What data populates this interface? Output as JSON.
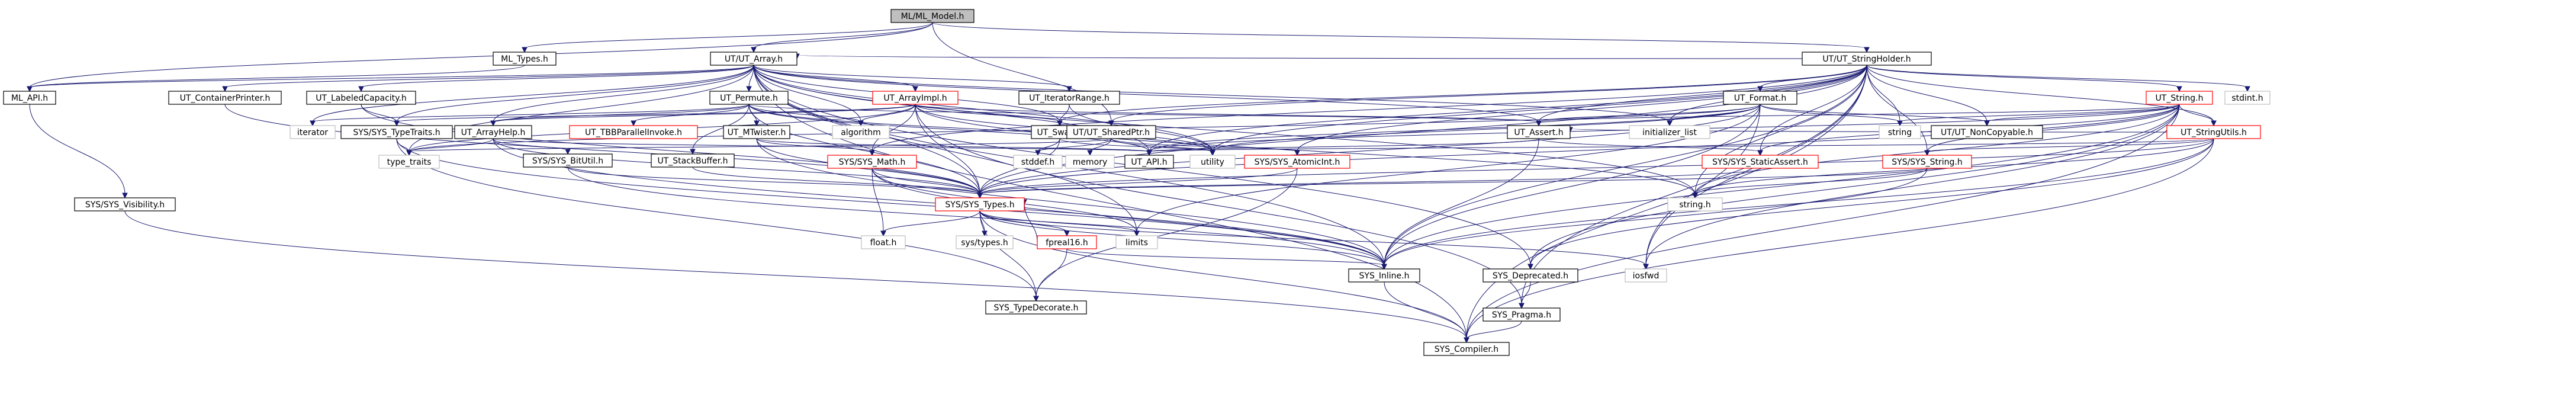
{
  "diagram": {
    "root": "ML/ML_Model.h",
    "nodes": [
      {
        "id": "root",
        "label": "ML/ML_Model.h",
        "style": "root"
      },
      {
        "id": "ml_types",
        "label": "ML_Types.h"
      },
      {
        "id": "ut_array",
        "label": "UT/UT_Array.h"
      },
      {
        "id": "ut_stringholder",
        "label": "UT/UT_StringHolder.h"
      },
      {
        "id": "ml_api",
        "label": "ML_API.h"
      },
      {
        "id": "ut_containerprinter",
        "label": "UT_ContainerPrinter.h"
      },
      {
        "id": "ut_labeledcapacity",
        "label": "UT_LabeledCapacity.h"
      },
      {
        "id": "ut_permute",
        "label": "UT_Permute.h"
      },
      {
        "id": "ut_arrayimpl",
        "label": "UT_ArrayImpl.h",
        "style": "red"
      },
      {
        "id": "ut_iteratorrange",
        "label": "UT_IteratorRange.h"
      },
      {
        "id": "ut_format",
        "label": "UT_Format.h"
      },
      {
        "id": "ut_string",
        "label": "UT_String.h",
        "style": "red"
      },
      {
        "id": "stdint",
        "label": "stdint.h",
        "style": "plain"
      },
      {
        "id": "iterator",
        "label": "iterator",
        "style": "plain"
      },
      {
        "id": "sys_typetraits",
        "label": "SYS/SYS_TypeTraits.h"
      },
      {
        "id": "ut_arrayhelp",
        "label": "UT_ArrayHelp.h"
      },
      {
        "id": "ut_tbbparallelinvoke",
        "label": "UT_TBBParallelInvoke.h",
        "style": "red"
      },
      {
        "id": "ut_mtwister",
        "label": "UT_MTwister.h"
      },
      {
        "id": "algorithm",
        "label": "algorithm",
        "style": "plain"
      },
      {
        "id": "ut_swap",
        "label": "UT_Swap.h"
      },
      {
        "id": "ut_sharedptr",
        "label": "UT/UT_SharedPtr.h"
      },
      {
        "id": "ut_assert",
        "label": "UT_Assert.h"
      },
      {
        "id": "initializer_list",
        "label": "initializer_list",
        "style": "plain"
      },
      {
        "id": "string",
        "label": "string",
        "style": "plain"
      },
      {
        "id": "ut_noncopyable",
        "label": "UT/UT_NonCopyable.h"
      },
      {
        "id": "ut_stringutils",
        "label": "UT_StringUtils.h",
        "style": "red"
      },
      {
        "id": "type_traits",
        "label": "type_traits",
        "style": "plain"
      },
      {
        "id": "sys_bitutil",
        "label": "SYS/SYS_BitUtil.h"
      },
      {
        "id": "ut_stackbuffer",
        "label": "UT_StackBuffer.h"
      },
      {
        "id": "sys_math",
        "label": "SYS/SYS_Math.h",
        "style": "red"
      },
      {
        "id": "stddef",
        "label": "stddef.h",
        "style": "plain"
      },
      {
        "id": "memory",
        "label": "memory",
        "style": "plain"
      },
      {
        "id": "ut_api",
        "label": "UT_API.h"
      },
      {
        "id": "utility",
        "label": "utility",
        "style": "plain"
      },
      {
        "id": "sys_atomicint",
        "label": "SYS/SYS_AtomicInt.h",
        "style": "red"
      },
      {
        "id": "sys_staticassert",
        "label": "SYS/SYS_StaticAssert.h",
        "style": "red"
      },
      {
        "id": "sys_string",
        "label": "SYS/SYS_String.h",
        "style": "red"
      },
      {
        "id": "sys_visibility",
        "label": "SYS/SYS_Visibility.h"
      },
      {
        "id": "sys_types",
        "label": "SYS/SYS_Types.h",
        "style": "red"
      },
      {
        "id": "string_h",
        "label": "string.h",
        "style": "plain"
      },
      {
        "id": "float_h",
        "label": "float.h",
        "style": "plain"
      },
      {
        "id": "sys_types_h",
        "label": "sys/types.h",
        "style": "plain"
      },
      {
        "id": "fpreal16",
        "label": "fpreal16.h",
        "style": "red"
      },
      {
        "id": "limits",
        "label": "limits",
        "style": "plain"
      },
      {
        "id": "sys_inline",
        "label": "SYS_Inline.h"
      },
      {
        "id": "iosfwd",
        "label": "iosfwd",
        "style": "plain"
      },
      {
        "id": "sys_typedecorate",
        "label": "SYS_TypeDecorate.h"
      },
      {
        "id": "sys_deprecated",
        "label": "SYS_Deprecated.h"
      },
      {
        "id": "sys_pragma",
        "label": "SYS_Pragma.h"
      },
      {
        "id": "sys_compiler",
        "label": "SYS_Compiler.h"
      }
    ],
    "edges": [
      [
        "root",
        "ml_types"
      ],
      [
        "root",
        "ut_array"
      ],
      [
        "root",
        "ut_stringholder"
      ],
      [
        "root",
        "ml_api"
      ],
      [
        "root",
        "ut_sharedptr"
      ],
      [
        "ml_types",
        "ml_api"
      ],
      [
        "ml_api",
        "sys_visibility"
      ],
      [
        "ut_array",
        "ml_api"
      ],
      [
        "ut_array",
        "ut_containerprinter"
      ],
      [
        "ut_array",
        "ut_labeledcapacity"
      ],
      [
        "ut_array",
        "ut_permute"
      ],
      [
        "ut_array",
        "ut_arrayimpl"
      ],
      [
        "ut_array",
        "ut_iteratorrange"
      ],
      [
        "ut_array",
        "ut_assert"
      ],
      [
        "ut_array",
        "ut_swap"
      ],
      [
        "ut_array",
        "sys_typetraits"
      ],
      [
        "ut_array",
        "ut_arrayhelp"
      ],
      [
        "ut_array",
        "algorithm"
      ],
      [
        "ut_array",
        "initializer_list"
      ],
      [
        "ut_array",
        "utility"
      ],
      [
        "ut_array",
        "string_h"
      ],
      [
        "ut_array",
        "sys_types"
      ],
      [
        "ut_array",
        "type_traits"
      ],
      [
        "ut_array",
        "iterator"
      ],
      [
        "ut_array",
        "sys_compiler"
      ],
      [
        "ut_array",
        "sys_deprecated"
      ],
      [
        "ut_array",
        "sys_inline"
      ],
      [
        "ut_array",
        "ut_api"
      ],
      [
        "ut_array",
        "limits"
      ],
      [
        "ut_containerprinter",
        "sys_types"
      ],
      [
        "ut_labeledcapacity",
        "sys_typetraits"
      ],
      [
        "ut_labeledcapacity",
        "sys_types"
      ],
      [
        "ut_permute",
        "ut_arrayhelp"
      ],
      [
        "ut_permute",
        "ut_tbbparallelinvoke"
      ],
      [
        "ut_permute",
        "ut_mtwister"
      ],
      [
        "ut_permute",
        "ut_stackbuffer"
      ],
      [
        "ut_permute",
        "algorithm"
      ],
      [
        "ut_permute",
        "ut_api"
      ],
      [
        "ut_permute",
        "sys_types"
      ],
      [
        "ut_permute",
        "utility"
      ],
      [
        "ut_permute",
        "ut_assert"
      ],
      [
        "ut_permute",
        "iterator"
      ],
      [
        "ut_arrayimpl",
        "ut_arrayhelp"
      ],
      [
        "ut_arrayimpl",
        "ut_swap"
      ],
      [
        "ut_arrayimpl",
        "algorithm"
      ],
      [
        "ut_arrayimpl",
        "utility"
      ],
      [
        "ut_arrayimpl",
        "sys_math"
      ],
      [
        "ut_arrayimpl",
        "ut_assert"
      ],
      [
        "ut_arrayimpl",
        "sys_typetraits"
      ],
      [
        "ut_arrayimpl",
        "string_h"
      ],
      [
        "ut_arrayimpl",
        "sys_types"
      ],
      [
        "ut_arrayimpl",
        "type_traits"
      ],
      [
        "ut_arrayimpl",
        "sys_pragma"
      ],
      [
        "ut_iteratorrange",
        "utility"
      ],
      [
        "ut_iteratorrange",
        "ut_swap"
      ],
      [
        "ut_stringholder",
        "ut_format"
      ],
      [
        "ut_stringholder",
        "ut_string"
      ],
      [
        "ut_stringholder",
        "stdint"
      ],
      [
        "ut_stringholder",
        "ut_assert"
      ],
      [
        "ut_stringholder",
        "ut_swap"
      ],
      [
        "ut_stringholder",
        "ut_sharedptr"
      ],
      [
        "ut_stringholder",
        "ut_api"
      ],
      [
        "ut_stringholder",
        "sys_atomicint"
      ],
      [
        "ut_stringholder",
        "sys_staticassert"
      ],
      [
        "ut_stringholder",
        "sys_string"
      ],
      [
        "ut_stringholder",
        "sys_types"
      ],
      [
        "ut_stringholder",
        "sys_inline"
      ],
      [
        "ut_stringholder",
        "string"
      ],
      [
        "ut_stringholder",
        "utility"
      ],
      [
        "ut_stringholder",
        "ut_stringutils"
      ],
      [
        "ut_stringholder",
        "ut_array"
      ],
      [
        "ut_stringholder",
        "initializer_list"
      ],
      [
        "ut_stringholder",
        "sys_compiler"
      ],
      [
        "ut_stringholder",
        "iosfwd"
      ],
      [
        "ut_stringholder",
        "string_h"
      ],
      [
        "ut_stringholder",
        "sys_math"
      ],
      [
        "ut_stringholder",
        "ut_noncopyable"
      ],
      [
        "ut_stringholder",
        "sys_pragma"
      ],
      [
        "ut_format",
        "ut_api"
      ],
      [
        "ut_format",
        "ut_assert"
      ],
      [
        "ut_format",
        "ut_noncopyable"
      ],
      [
        "ut_format",
        "sys_types"
      ],
      [
        "ut_format",
        "type_traits"
      ],
      [
        "ut_format",
        "string"
      ],
      [
        "ut_format",
        "utility"
      ],
      [
        "ut_format",
        "limits"
      ],
      [
        "ut_format",
        "iosfwd"
      ],
      [
        "ut_format",
        "initializer_list"
      ],
      [
        "ut_format",
        "sys_inline"
      ],
      [
        "ut_string",
        "ut_api"
      ],
      [
        "ut_string",
        "ut_assert"
      ],
      [
        "ut_string",
        "ut_noncopyable"
      ],
      [
        "ut_string",
        "ut_stringutils"
      ],
      [
        "ut_string",
        "sys_string"
      ],
      [
        "ut_string",
        "sys_types"
      ],
      [
        "ut_string",
        "string_h"
      ],
      [
        "ut_string",
        "sys_compiler"
      ],
      [
        "ut_string",
        "iosfwd"
      ],
      [
        "ut_string",
        "string"
      ],
      [
        "ut_string",
        "sys_inline"
      ],
      [
        "ut_string",
        "sys_deprecated"
      ],
      [
        "ut_string",
        "sys_staticassert"
      ],
      [
        "ut_stringutils",
        "ut_assert"
      ],
      [
        "ut_stringutils",
        "sys_types"
      ],
      [
        "ut_stringutils",
        "sys_string"
      ],
      [
        "ut_stringutils",
        "sys_inline"
      ],
      [
        "ut_stringutils",
        "sys_compiler"
      ],
      [
        "ut_stringutils",
        "ut_api"
      ],
      [
        "ut_stringutils",
        "sys_deprecated"
      ],
      [
        "ut_stringutils",
        "string_h"
      ],
      [
        "sys_typetraits",
        "type_traits"
      ],
      [
        "sys_typetraits",
        "sys_typedecorate"
      ],
      [
        "sys_typetraits",
        "sys_inline"
      ],
      [
        "ut_arrayhelp",
        "sys_bitutil"
      ],
      [
        "ut_arrayhelp",
        "sys_types"
      ],
      [
        "ut_arrayhelp",
        "type_traits"
      ],
      [
        "ut_arrayhelp",
        "ut_api"
      ],
      [
        "ut_arrayhelp",
        "sys_inline"
      ],
      [
        "ut_mtwister",
        "sys_math"
      ],
      [
        "ut_mtwister",
        "sys_types"
      ],
      [
        "ut_mtwister",
        "ut_api"
      ],
      [
        "ut_mtwister",
        "sys_inline"
      ],
      [
        "ut_swap",
        "utility"
      ],
      [
        "ut_swap",
        "stddef"
      ],
      [
        "ut_swap",
        "sys_types"
      ],
      [
        "ut_sharedptr",
        "sys_atomicint"
      ],
      [
        "ut_sharedptr",
        "memory"
      ],
      [
        "ut_sharedptr",
        "stddef"
      ],
      [
        "ut_sharedptr",
        "utility"
      ],
      [
        "ut_sharedptr",
        "type_traits"
      ],
      [
        "ut_assert",
        "ut_api"
      ],
      [
        "ut_assert",
        "sys_staticassert"
      ],
      [
        "ut_assert",
        "sys_inline"
      ],
      [
        "ut_stackbuffer",
        "sys_types"
      ],
      [
        "sys_bitutil",
        "sys_types"
      ],
      [
        "sys_bitutil",
        "sys_inline"
      ],
      [
        "sys_math",
        "sys_types"
      ],
      [
        "sys_math",
        "float_h"
      ],
      [
        "sys_math",
        "limits"
      ],
      [
        "sys_math",
        "sys_inline"
      ],
      [
        "sys_atomicint",
        "sys_typedecorate"
      ],
      [
        "sys_atomicint",
        "sys_types"
      ],
      [
        "sys_staticassert",
        "sys_types"
      ],
      [
        "sys_string",
        "sys_types"
      ],
      [
        "sys_string",
        "string_h"
      ],
      [
        "sys_string",
        "sys_inline"
      ],
      [
        "sys_visibility",
        "sys_compiler"
      ],
      [
        "sys_types",
        "float_h"
      ],
      [
        "sys_types",
        "sys_types_h"
      ],
      [
        "sys_types",
        "fpreal16"
      ],
      [
        "sys_types",
        "limits"
      ],
      [
        "sys_types",
        "sys_inline"
      ],
      [
        "sys_types",
        "sys_typedecorate"
      ],
      [
        "sys_types",
        "sys_compiler"
      ],
      [
        "sys_types",
        "iosfwd"
      ],
      [
        "fpreal16",
        "sys_types"
      ],
      [
        "fpreal16",
        "sys_typedecorate"
      ],
      [
        "fpreal16",
        "sys_inline"
      ],
      [
        "sys_inline",
        "sys_compiler"
      ],
      [
        "sys_deprecated",
        "sys_pragma"
      ],
      [
        "sys_pragma",
        "sys_compiler"
      ]
    ]
  }
}
